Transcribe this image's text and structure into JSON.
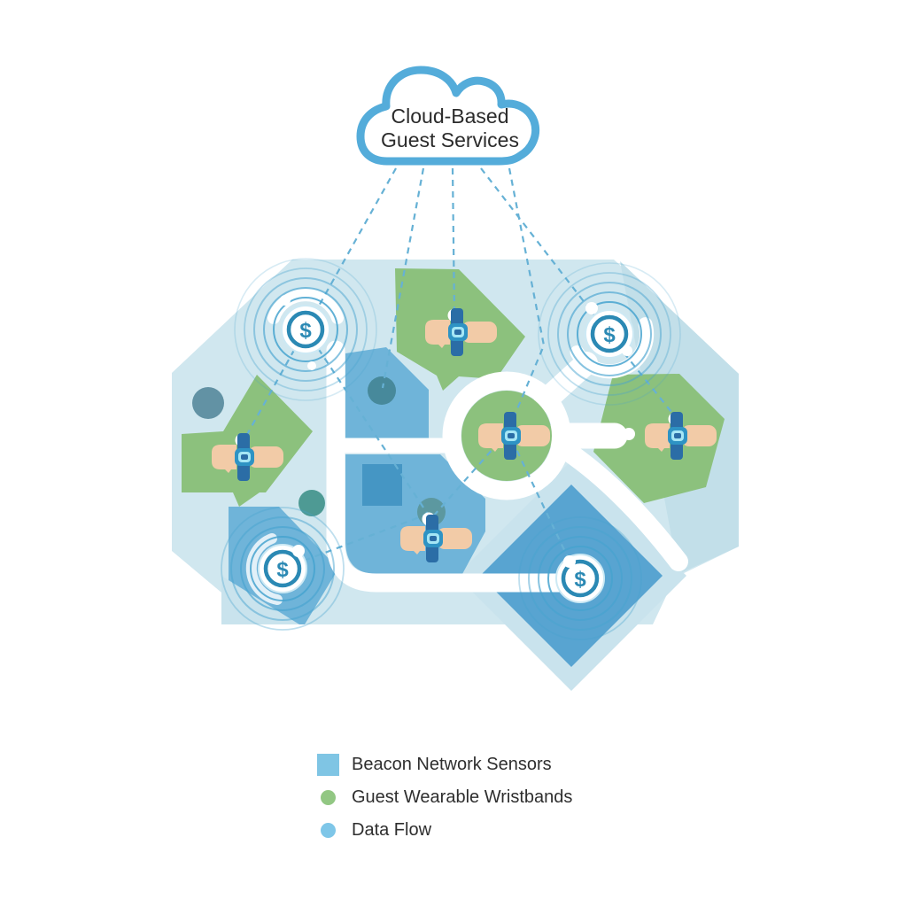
{
  "cloud": {
    "line1": "Cloud-Based",
    "line2": "Guest Services"
  },
  "legend": {
    "items": [
      {
        "label": "Beacon Network Sensors",
        "swatch": "square"
      },
      {
        "label": "Guest Wearable Wristbands",
        "swatch": "circle"
      },
      {
        "label": "Data Flow",
        "swatch": "circle"
      }
    ]
  },
  "beacon": {
    "symbol": "$"
  },
  "colors": {
    "map_base": "#D0E7EF",
    "map_band": "#C2DFE9",
    "map_diamond_light": "#C9E3ED",
    "zone_green": "#8CC17D",
    "zone_blue": "#6FB4D9",
    "diamond_blue": "#58A4D1",
    "square_blue": "#4596C4",
    "teal_1": "#6292A4",
    "teal_2": "#4E9A94",
    "teal_3": "#47899B",
    "teal_4": "#5C98A0",
    "ring_stroke": "#47A3CF",
    "beacon_accent": "#2B89B4",
    "dash_line": "#66B1D5",
    "cloud_stroke": "#54ACDA",
    "skin": "#F2CBA7",
    "band_blue": "#2B6DA6",
    "watch_screen": "#A5E6F5",
    "legend_square": "#7FC5E4",
    "legend_green": "#92C783",
    "legend_blue": "#7EC6E8"
  }
}
